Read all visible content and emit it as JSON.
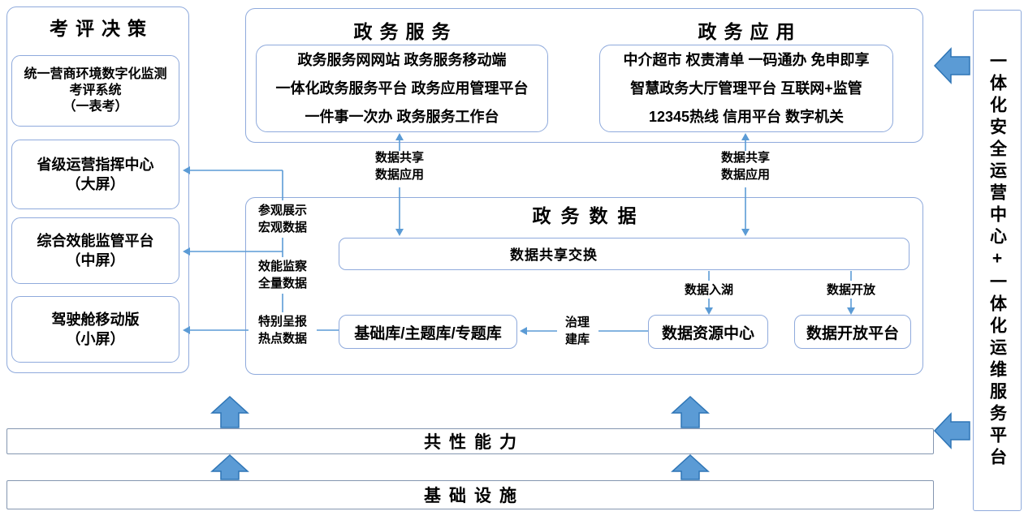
{
  "colors": {
    "box_border": "#8FAADC",
    "bar_border": "#8496B0",
    "arrow": "#5B9BD5",
    "block_arrow_fill": "#5B9BD5",
    "block_arrow_border": "#2E75B6",
    "text": "#000000"
  },
  "evaluation": {
    "title": "考评决策",
    "boxes": [
      {
        "lines": [
          "统一营商环境数字化监测",
          "考评系统",
          "（一表考）"
        ]
      },
      {
        "lines": [
          "省级运营指挥中心",
          "（大屏）"
        ]
      },
      {
        "lines": [
          "综合效能监管平台",
          "（中屏）"
        ]
      },
      {
        "lines": [
          "驾驶舱移动版",
          "（小屏）"
        ]
      }
    ]
  },
  "services": {
    "title": "政务服务",
    "lines": [
      "政务服务网网站 政务服务移动端",
      "一体化政务服务平台 政务应用管理平台",
      "一件事一次办 政务服务工作台"
    ]
  },
  "applications": {
    "title": "政务应用",
    "lines": [
      "中介超市 权责清单 一码通办 免申即享",
      "智慧政务大厅管理平台 互联网+监管",
      "12345热线 信用平台 数字机关"
    ]
  },
  "data_layer": {
    "title": "政务数据",
    "exchange": "数据共享交换",
    "base_db": "基础库/主题库/专题库",
    "resource_center": "数据资源中心",
    "open_platform": "数据开放平台"
  },
  "connectors": {
    "share_top": [
      "数据共享",
      "数据应用"
    ],
    "display": [
      "参观展示",
      "宏观数据"
    ],
    "efficiency": [
      "效能监察",
      "全量数据"
    ],
    "special": [
      "特别呈报",
      "热点数据"
    ],
    "lake": "数据入湖",
    "open": "数据开放",
    "govern": [
      "治理",
      "建库"
    ]
  },
  "layers": {
    "capability": "共性能力",
    "infrastructure": "基础设施"
  },
  "side_panel": {
    "title": "一体化安全运营中心+一体化运维服务平台"
  }
}
